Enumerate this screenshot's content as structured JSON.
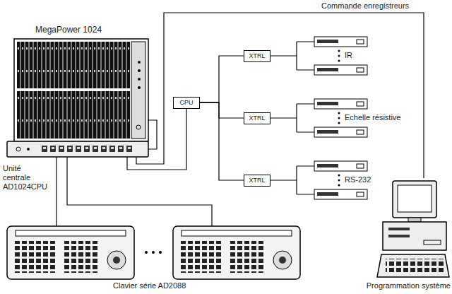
{
  "diagram": {
    "nodes": [
      {
        "text": [
          "MegaPower 1024"
        ]
      },
      {
        "text": [
          "Unité centrale AD1024CPU"
        ]
      },
      {
        "text": [
          "CPU"
        ]
      },
      {
        "text": [
          "XTRL"
        ]
      },
      {
        "text": [
          "XTRL"
        ]
      },
      {
        "text": [
          "XTRL"
        ]
      },
      {
        "text": []
      },
      {
        "text": []
      },
      {
        "text": [
          "Programmation système"
        ]
      }
    ],
    "edges": [
      {
        "from": 0,
        "to": 1,
        "arrow": "none"
      },
      {
        "from": 1,
        "to": 2,
        "arrow": "none"
      },
      {
        "from": 2,
        "to": 3,
        "arrow": "none"
      },
      {
        "from": 2,
        "to": 4,
        "arrow": "none"
      },
      {
        "from": 2,
        "to": 5,
        "arrow": "none"
      },
      {
        "from": 6,
        "to": 1,
        "arrow": "none"
      },
      {
        "from": 7,
        "to": 1,
        "arrow": "none"
      },
      {
        "from": 1,
        "to": 8,
        "arrow": "none"
      }
    ],
    "labels": [
      "Commande enregistreurs",
      "IR",
      "Echelle résistive",
      "RS-232",
      "Clavier série AD2088"
    ]
  }
}
